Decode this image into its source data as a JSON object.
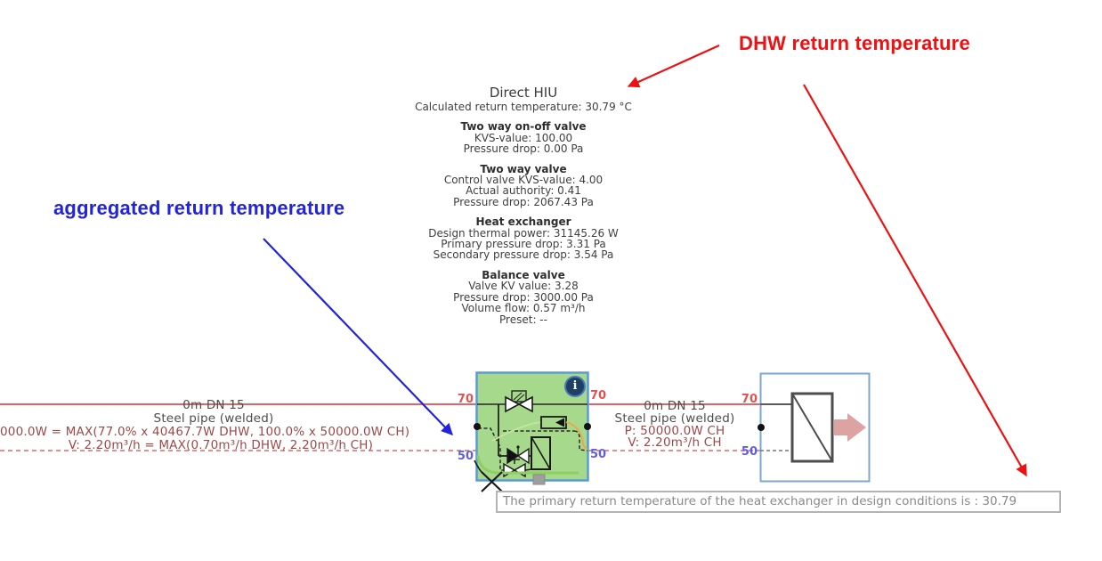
{
  "annotations": {
    "dhw_label": "DHW return temperature",
    "aggregated_label": "aggregated return temperature"
  },
  "spec_panel": {
    "title": "Direct HIU",
    "subtitle": "Calculated return temperature: 30.79 °C",
    "groups": [
      {
        "heading": "Two way on-off valve",
        "lines": [
          "KVS-value: 100.00",
          "Pressure drop: 0.00 Pa"
        ]
      },
      {
        "heading": "Two way valve",
        "lines": [
          "Control valve KVS-value: 4.00",
          "Actual authority: 0.41",
          "Pressure drop: 2067.43 Pa"
        ]
      },
      {
        "heading": "Heat exchanger",
        "lines": [
          "Design thermal power: 31145.26 W",
          "Primary pressure drop: 3.31 Pa",
          "Secondary pressure drop: 3.54 Pa"
        ]
      },
      {
        "heading": "Balance valve",
        "lines": [
          "Valve KV value: 3.28",
          "Pressure drop: 3000.00 Pa",
          "Volume flow: 0.57 m³/h",
          "Preset: --"
        ]
      }
    ]
  },
  "left_pipe": {
    "name": "0m DN 15",
    "material": "Steel pipe (welded)",
    "power": "000.0W = MAX(77.0% x 40467.7W DHW, 100.0% x 50000.0W CH)",
    "flow": "V: 2.20m³/h = MAX(0.70m³/h DHW, 2.20m³/h CH)"
  },
  "right_pipe": {
    "name": "0m DN 15",
    "material": "Steel pipe (welded)",
    "power": "P: 50000.0W CH",
    "flow": "V: 2.20m³/h CH"
  },
  "temperatures": {
    "supply": "70",
    "return": "50"
  },
  "hiu_box": {
    "info_glyph": "i"
  },
  "status_tooltip": {
    "text": "The primary return temperature of the heat exchanger in design conditions is : 30.79"
  },
  "colors": {
    "annotation_red": "#ee1111",
    "annotation_blue": "#2323dd",
    "pipe_red": "#e06666",
    "supply_label_red": "#e05252",
    "return_label_blue": "#5e5ee0",
    "pipe_text_maroon": "#9e4848",
    "hiu_fill_green": "#a6d98b",
    "box_border_blue": "#5b9bd5",
    "hx_arrow_pink": "#dda3a3"
  }
}
